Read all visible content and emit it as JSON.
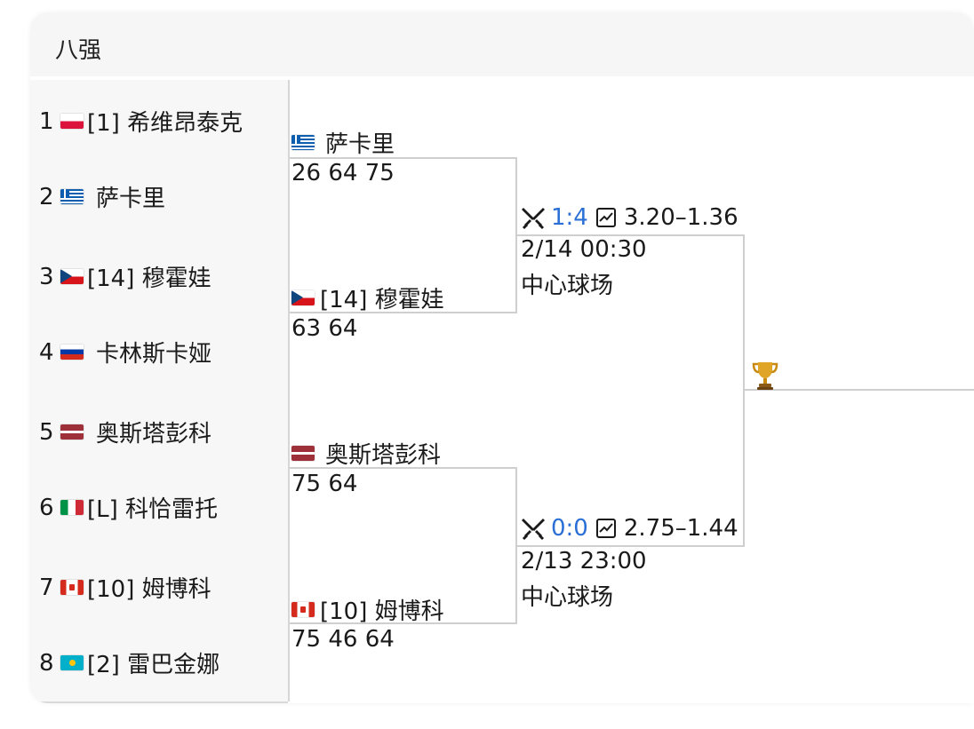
{
  "header": {
    "title": "八强"
  },
  "round1": [
    {
      "num": "1",
      "flag": "poland-flag",
      "name": "[1] 希维昂泰克"
    },
    {
      "num": "2",
      "flag": "greece-flag",
      "name": "萨卡里"
    },
    {
      "num": "3",
      "flag": "czech-flag",
      "name": "[14] 穆霍娃"
    },
    {
      "num": "4",
      "flag": "russia-flag",
      "name": "卡林斯卡娅"
    },
    {
      "num": "5",
      "flag": "latvia-flag",
      "name": "奥斯塔彭科"
    },
    {
      "num": "6",
      "flag": "italy-flag",
      "name": "[L] 科恰雷托"
    },
    {
      "num": "7",
      "flag": "canada-flag",
      "name": "[10] 姆博科"
    },
    {
      "num": "8",
      "flag": "kazakhstan-flag",
      "name": "[2] 雷巴金娜"
    }
  ],
  "round2": [
    {
      "flag": "greece-flag",
      "name": "萨卡里",
      "score": "26 64 75"
    },
    {
      "flag": "czech-flag",
      "name": "[14] 穆霍娃",
      "score": "63 64"
    },
    {
      "flag": "latvia-flag",
      "name": "奥斯塔彭科",
      "score": "75 64"
    },
    {
      "flag": "canada-flag",
      "name": "[10] 姆博科",
      "score": "75 46 64"
    }
  ],
  "semifinals": [
    {
      "h2h_icon": "crossed-swords-icon",
      "h2h": "1:4",
      "odds_icon": "chart-icon",
      "odds": "3.20–1.36",
      "time": "2/14 00:30",
      "venue": "中心球场"
    },
    {
      "h2h_icon": "crossed-swords-icon",
      "h2h": "0:0",
      "odds_icon": "chart-icon",
      "odds": "2.75–1.44",
      "time": "2/13 23:00",
      "venue": "中心球场"
    }
  ],
  "final": {
    "icon": "trophy-icon"
  },
  "colors": {
    "link_blue": "#2a6fd6",
    "line": "#cfcfcf",
    "row_bg": "#f7f7f7"
  }
}
